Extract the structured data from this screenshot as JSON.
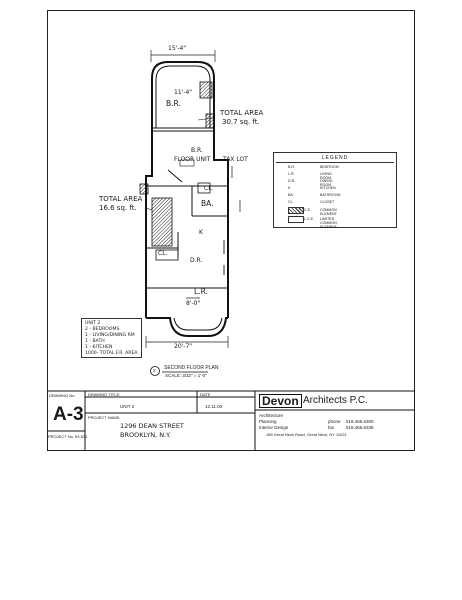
{
  "dims": {
    "top_width": "15'-4\"",
    "bottom_width": "20'-7\""
  },
  "rooms": {
    "br_top": "B.R.",
    "br_top_dim": "11'-4\"",
    "br_mid": "B.R.",
    "floor_unit": "FLOOR UNIT",
    "tax_lot": "TAX LOT",
    "closet": "CL.",
    "bath": "BA.",
    "kitchen": "K",
    "dining": "D.R.",
    "closet2": "CL.",
    "living": "L.R.",
    "living_dim": "8'-0\""
  },
  "area_notes": {
    "total_area_right": "TOTAL AREA",
    "total_area_right_value": "30.7 sq. ft.",
    "total_area_left": "TOTAL AREA",
    "total_area_left_value": "16.6 sq. ft."
  },
  "legend": {
    "title": "LEGEND",
    "rows": [
      {
        "key": "B.R.",
        "value": "BEDROOM"
      },
      {
        "key": "L.R.",
        "value": "LIVING ROOM"
      },
      {
        "key": "D.R.",
        "value": "DINING ROOM"
      },
      {
        "key": "K",
        "value": "KITCHEN"
      },
      {
        "key": "BA.",
        "value": "BATHROOM"
      },
      {
        "key": "CL.",
        "value": "CLOSET"
      },
      {
        "key": "C.E.",
        "value": "COMMON ELEMENT"
      },
      {
        "key": "L.C.E.",
        "value": "LIMITED COMMON ELEMENT"
      }
    ]
  },
  "unit_note": {
    "lines": [
      "UNIT 2",
      "2 - BEDROOMS",
      "1 - LIVING/DINING RM",
      "1 - BATH",
      "1 - KITCHEN",
      "1000- TOTAL F.R. AREA"
    ]
  },
  "drawing_caption": {
    "number": "2",
    "title": "SECOND FLOOR PLAN",
    "scale": "SCALE: 3/32\" = 1'-0\""
  },
  "title_block": {
    "drawing_no_label": "DRAWING No.",
    "drawing_no": "A-3",
    "project_no": "PROJECT No. 93.531",
    "drawing_title_label": "DRAWING TITLE:",
    "drawing_title": "UNIT 2",
    "date_label": "DATE",
    "date": "12.11.00",
    "project_name_label": "PROJECT NAME:",
    "project_name_line1": "1296 DEAN STREET",
    "project_name_line2": "BROOKLYN, N.Y.",
    "firm_logo": "Devon",
    "firm_rest": "Architects P.C.",
    "services": [
      "Architecture",
      "Planning",
      "Interior Design"
    ],
    "phone_label": "phone",
    "phone": "516.466.6300",
    "fax_label": "fax",
    "fax": "516.466.6338",
    "address": "185 Great Neck Road, Great Neck, NY 11021"
  }
}
